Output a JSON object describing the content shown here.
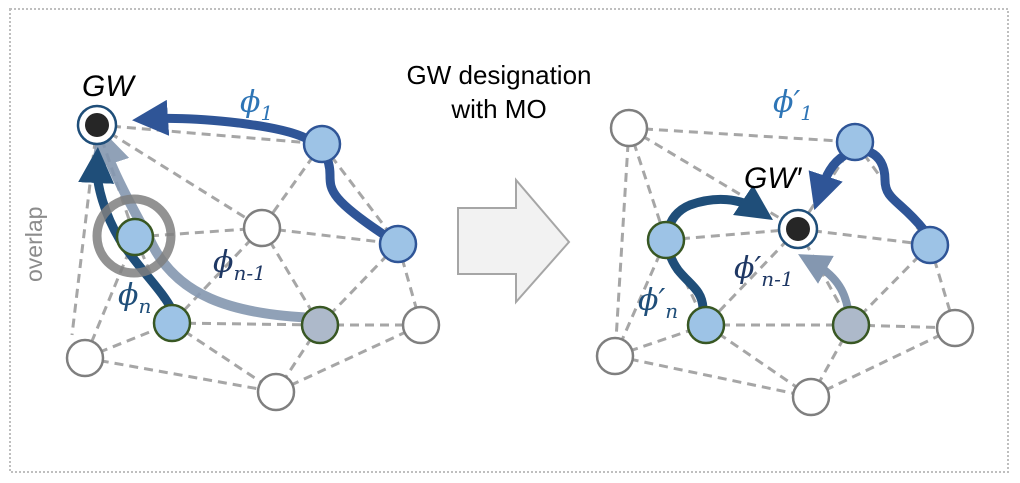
{
  "title": {
    "line1": "GW designation",
    "line2": "with MO"
  },
  "left": {
    "gw_label": "GW",
    "overlap_label": "overlap",
    "path1": {
      "sym": "ϕ",
      "sub": "1"
    },
    "pathn": {
      "sym": "ϕ",
      "sub": "n"
    },
    "pathn1": {
      "sym": "ϕ",
      "sub": "n-1"
    }
  },
  "right": {
    "gw_label": "GW′",
    "path1": {
      "sym": "ϕ′",
      "sub": "1"
    },
    "pathn": {
      "sym": "ϕ′",
      "sub": "n"
    },
    "pathn1": {
      "sym": "ϕ′",
      "sub": "n-1"
    }
  },
  "colors": {
    "path_dark": "#1f4e79",
    "path_mid": "#2f5597",
    "path_light": "#8497b0",
    "phi1_text": "#2e75b6",
    "node_blue": "#9dc3e6",
    "node_gray": "#adb9ca",
    "edge": "#a6a6a6",
    "arrow_fill": "#f2f2f2"
  }
}
